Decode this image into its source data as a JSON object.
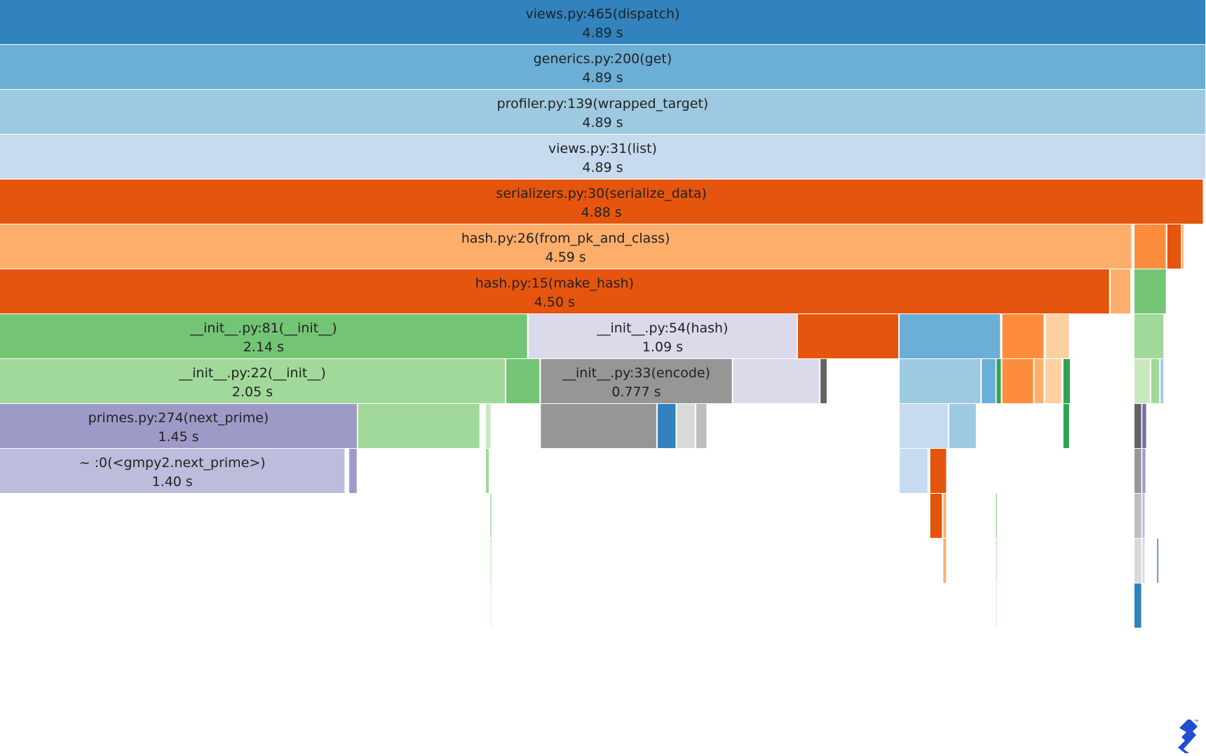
{
  "chart_data": {
    "type": "icicle",
    "unit": "s",
    "total_time": 4.89,
    "logo": "toptal-logo",
    "trademark": "™",
    "colors": {
      "blue_dark": "#3182bd",
      "blue_mid": "#6baed6",
      "blue_light": "#9ecae1",
      "blue_pale": "#c6dbef",
      "orange_dark": "#e6550d",
      "orange_mid": "#fd8d3c",
      "orange_light": "#fdae6b",
      "orange_pale": "#fdd0a2",
      "green_dark": "#31a354",
      "green_mid": "#74c476",
      "green_light": "#a1d99b",
      "green_pale": "#c7e9c0",
      "purple_mid": "#9e9ac8",
      "purple_light": "#bcbddc",
      "purple_pale": "#dadaeb",
      "purple_dark": "#756bb1",
      "gray_dark": "#636363",
      "gray_mid": "#969696",
      "gray_light": "#bdbdbd",
      "gray_pale": "#d9d9d9"
    },
    "levels": [
      [
        {
          "start": 0,
          "time": 4.89,
          "label": "views.py:465(dispatch)",
          "value": "4.89 s",
          "color": "#3182bd"
        }
      ],
      [
        {
          "start": 0,
          "time": 4.89,
          "label": "generics.py:200(get)",
          "value": "4.89 s",
          "color": "#6baed6"
        }
      ],
      [
        {
          "start": 0,
          "time": 4.89,
          "label": "profiler.py:139(wrapped_target)",
          "value": "4.89 s",
          "color": "#9ecae1"
        }
      ],
      [
        {
          "start": 0,
          "time": 4.89,
          "label": "views.py:31(list)",
          "value": "4.89 s",
          "color": "#c6dbef"
        }
      ],
      [
        {
          "start": 0,
          "time": 4.88,
          "label": "serializers.py:30(serialize_data)",
          "value": "4.88 s",
          "color": "#e6550d"
        }
      ],
      [
        {
          "start": 0,
          "time": 4.59,
          "label": "hash.py:26(from_pk_and_class)",
          "value": "4.59 s",
          "color": "#fdae6b"
        },
        {
          "start": 4.6,
          "time": 0.13,
          "color": "#fd8d3c"
        },
        {
          "start": 4.733,
          "time": 0.058,
          "color": "#e6550d"
        },
        {
          "start": 4.792,
          "time": 0.009,
          "color": "#fdae6b"
        }
      ],
      [
        {
          "start": 0,
          "time": 4.5,
          "label": "hash.py:15(make_hash)",
          "value": "4.50 s",
          "color": "#e6550d"
        },
        {
          "start": 4.503,
          "time": 0.083,
          "color": "#fdae6b"
        },
        {
          "start": 4.6,
          "time": 0.13,
          "color": "#74c476"
        }
      ],
      [
        {
          "start": 0,
          "time": 2.14,
          "label": "__init__.py:81(__init__)",
          "value": "2.14 s",
          "color": "#74c476"
        },
        {
          "start": 2.143,
          "time": 1.09,
          "label": "__init__.py:54(hash)",
          "value": "1.09 s",
          "color": "#dadaeb"
        },
        {
          "start": 3.235,
          "time": 0.41,
          "color": "#e6550d"
        },
        {
          "start": 3.648,
          "time": 0.41,
          "color": "#6baed6"
        },
        {
          "start": 4.064,
          "time": 0.17,
          "color": "#fd8d3c"
        },
        {
          "start": 4.241,
          "time": 0.096,
          "color": "#fdd0a2"
        },
        {
          "start": 4.6,
          "time": 0.12,
          "color": "#a1d99b"
        }
      ],
      [
        {
          "start": 0,
          "time": 2.05,
          "label": "__init__.py:22(__init__)",
          "value": "2.05 s",
          "color": "#a1d99b"
        },
        {
          "start": 2.053,
          "time": 0.137,
          "color": "#74c476"
        },
        {
          "start": 2.193,
          "time": 0.777,
          "label": "__init__.py:33(encode)",
          "value": "0.777 s",
          "color": "#969696"
        },
        {
          "start": 2.973,
          "time": 0.351,
          "color": "#dadaeb"
        },
        {
          "start": 3.327,
          "time": 0.028,
          "color": "#636363"
        },
        {
          "start": 3.648,
          "time": 0.33,
          "color": "#9ecae1"
        },
        {
          "start": 3.981,
          "time": 0.058,
          "color": "#6baed6"
        },
        {
          "start": 4.041,
          "time": 0.02,
          "color": "#31a354"
        },
        {
          "start": 4.064,
          "time": 0.128,
          "color": "#fd8d3c"
        },
        {
          "start": 4.195,
          "time": 0.039,
          "color": "#fdae6b"
        },
        {
          "start": 4.238,
          "time": 0.068,
          "color": "#fdd0a2"
        },
        {
          "start": 4.312,
          "time": 0.029,
          "color": "#31a354"
        },
        {
          "start": 4.6,
          "time": 0.065,
          "color": "#c7e9c0"
        },
        {
          "start": 4.668,
          "time": 0.035,
          "color": "#a1d99b"
        },
        {
          "start": 4.706,
          "time": 0.014,
          "color": "#9ecae1"
        }
      ],
      [
        {
          "start": 0,
          "time": 1.45,
          "label": "primes.py:274(next_prime)",
          "value": "1.45 s",
          "color": "#9e9ac8"
        },
        {
          "start": 1.452,
          "time": 0.495,
          "color": "#a1d99b"
        },
        {
          "start": 1.97,
          "time": 0.022,
          "color": "#c7e9c0"
        },
        {
          "start": 2.193,
          "time": 0.471,
          "color": "#969696"
        },
        {
          "start": 2.667,
          "time": 0.075,
          "color": "#3182bd"
        },
        {
          "start": 2.745,
          "time": 0.075,
          "color": "#d9d9d9"
        },
        {
          "start": 2.823,
          "time": 0.044,
          "color": "#bdbdbd"
        },
        {
          "start": 3.648,
          "time": 0.198,
          "color": "#c6dbef"
        },
        {
          "start": 3.849,
          "time": 0.111,
          "color": "#9ecae1"
        },
        {
          "start": 4.312,
          "time": 0.026,
          "color": "#31a354"
        },
        {
          "start": 4.6,
          "time": 0.03,
          "color": "#636363"
        },
        {
          "start": 4.632,
          "time": 0.018,
          "color": "#756bb1"
        }
      ],
      [
        {
          "start": 0,
          "time": 1.4,
          "label": "~ :0(<gmpy2.next_prime>)",
          "value": "1.40 s",
          "color": "#bcbddc"
        },
        {
          "start": 1.416,
          "time": 0.033,
          "color": "#9e9ac8"
        },
        {
          "start": 1.97,
          "time": 0.015,
          "color": "#a1d99b"
        },
        {
          "start": 3.648,
          "time": 0.116,
          "color": "#c6dbef"
        },
        {
          "start": 3.772,
          "time": 0.067,
          "color": "#e6550d"
        },
        {
          "start": 4.6,
          "time": 0.03,
          "color": "#969696"
        },
        {
          "start": 4.632,
          "time": 0.015,
          "color": "#9e9ac8"
        }
      ],
      [
        {
          "start": 1.988,
          "time": 0.006,
          "color": "#a1d99b"
        },
        {
          "start": 3.772,
          "time": 0.05,
          "color": "#e6550d"
        },
        {
          "start": 3.825,
          "time": 0.014,
          "color": "#fdae6b"
        },
        {
          "start": 4.038,
          "time": 0.005,
          "color": "#a1d99b"
        },
        {
          "start": 4.6,
          "time": 0.03,
          "color": "#bdbdbd"
        },
        {
          "start": 4.632,
          "time": 0.012,
          "color": "#bcbddc"
        }
      ],
      [
        {
          "start": 1.988,
          "time": 0.006,
          "color": "#c7e9c0"
        },
        {
          "start": 3.825,
          "time": 0.014,
          "color": "#fdae6b"
        },
        {
          "start": 4.038,
          "time": 0.005,
          "color": "#c7e9c0"
        },
        {
          "start": 4.6,
          "time": 0.03,
          "color": "#d9d9d9"
        },
        {
          "start": 4.632,
          "time": 0.012,
          "color": "#dadaeb"
        },
        {
          "start": 4.692,
          "time": 0.006,
          "color": "#3182bd"
        }
      ],
      [
        {
          "start": 1.988,
          "time": 0.004,
          "color": "#e5f5e0"
        },
        {
          "start": 4.038,
          "time": 0.004,
          "color": "#e5f5e0"
        },
        {
          "start": 4.6,
          "time": 0.03,
          "color": "#3182bd"
        }
      ]
    ]
  }
}
